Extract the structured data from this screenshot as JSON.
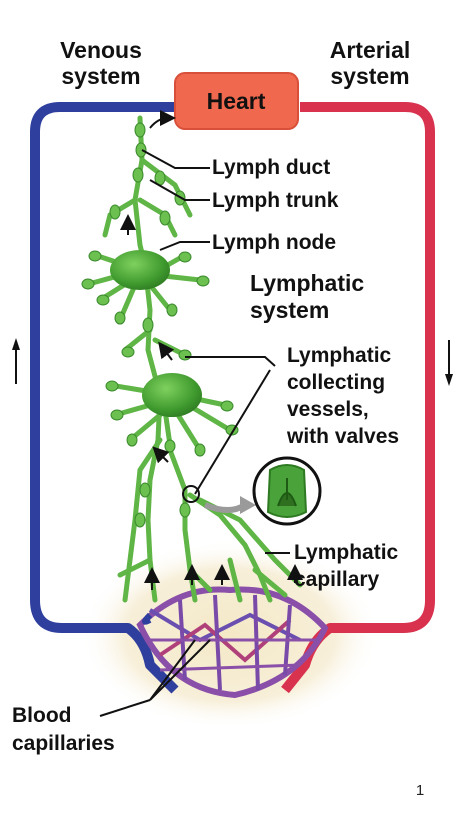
{
  "labels": {
    "venous_line1": "Venous",
    "venous_line2": "system",
    "arterial_line1": "Arterial",
    "arterial_line2": "system",
    "heart": "Heart",
    "lymph_duct": "Lymph duct",
    "lymph_trunk": "Lymph trunk",
    "lymph_node": "Lymph node",
    "lymphatic_system_line1": "Lymphatic",
    "lymphatic_system_line2": "system",
    "collecting_line1": "Lymphatic",
    "collecting_line2": "collecting",
    "collecting_line3": "vessels,",
    "collecting_line4": "with valves",
    "capillary_line1": "Lymphatic",
    "capillary_line2": "capillary",
    "blood_cap_line1": "Blood",
    "blood_cap_line2": "capillaries"
  },
  "page_number": "1",
  "colors": {
    "venous": "#2f3f9e",
    "arterial": "#d8324f",
    "heart": "#f0694e",
    "lymph": "#5fb545",
    "lymph_dark": "#3a8a2c",
    "capillary_mix": "#8a4fa8"
  },
  "icons": {
    "venous_flow": "arrow-up-icon",
    "arterial_flow": "arrow-down-icon"
  }
}
